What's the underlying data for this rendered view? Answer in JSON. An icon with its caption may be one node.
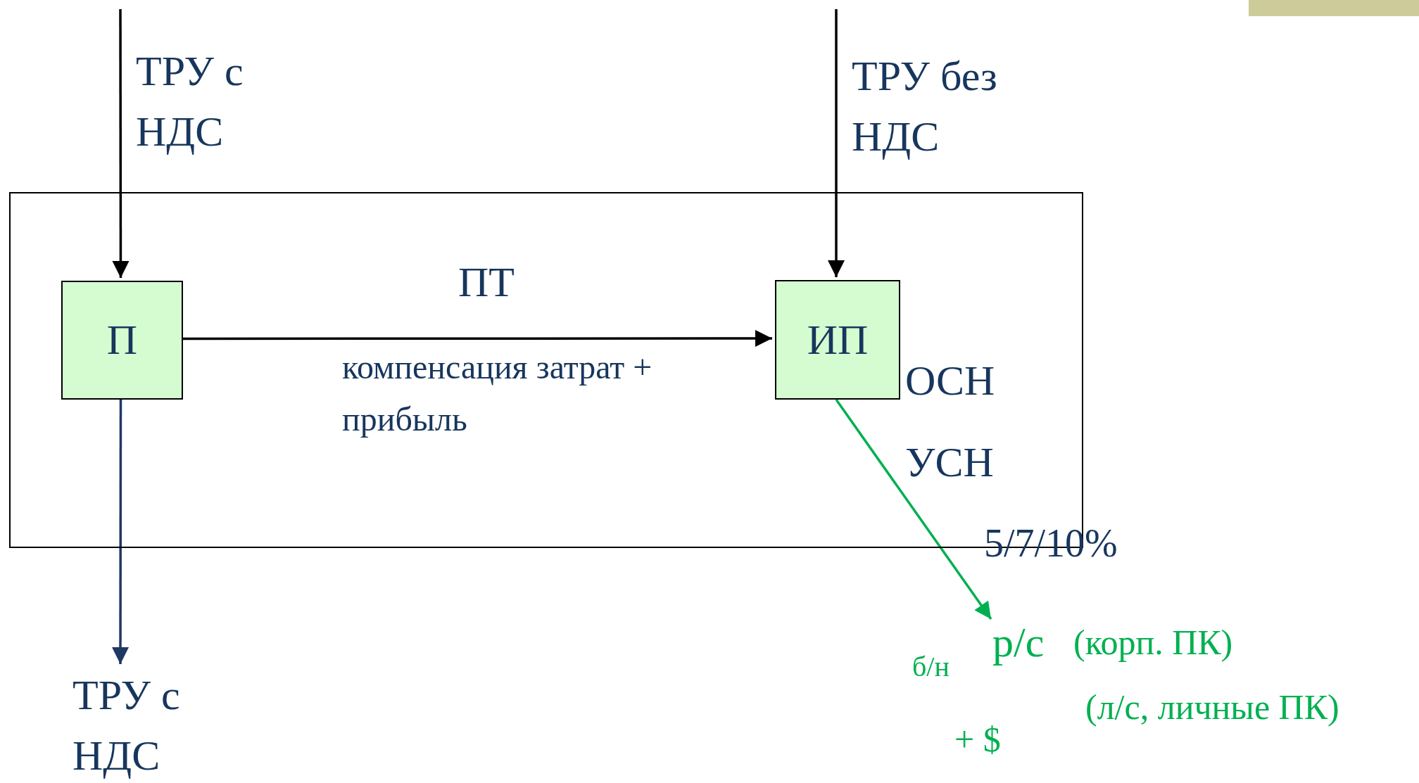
{
  "diagram": {
    "nodes": [
      {
        "text": [
          "ПТ"
        ]
      },
      {
        "text": [
          "П"
        ],
        "in": 0
      },
      {
        "text": [
          "ИП"
        ],
        "in": 0,
        "beside": [
          "ОСН",
          "УСН",
          "5/7/10%"
        ]
      },
      {
        "text": [
          "р/с"
        ]
      }
    ],
    "edges": [
      {
        "from": null,
        "to": 1,
        "arrow": "to",
        "label": "ТРУ с НДС"
      },
      {
        "from": null,
        "to": 2,
        "arrow": "to",
        "label": "ТРУ без НДС"
      },
      {
        "from": 1,
        "to": 2,
        "arrow": "to",
        "label": "компенсация затрат + прибыль"
      },
      {
        "from": 1,
        "to": null,
        "arrow": "to",
        "label": "ТРУ с НДС",
        "color": "#1f3864"
      },
      {
        "from": 2,
        "to": 3,
        "arrow": "to",
        "color": "#00b050"
      }
    ],
    "labels": [
      "(корп. ПК)",
      "б/н",
      "(л/с, личные ПК)",
      "+ $"
    ]
  }
}
